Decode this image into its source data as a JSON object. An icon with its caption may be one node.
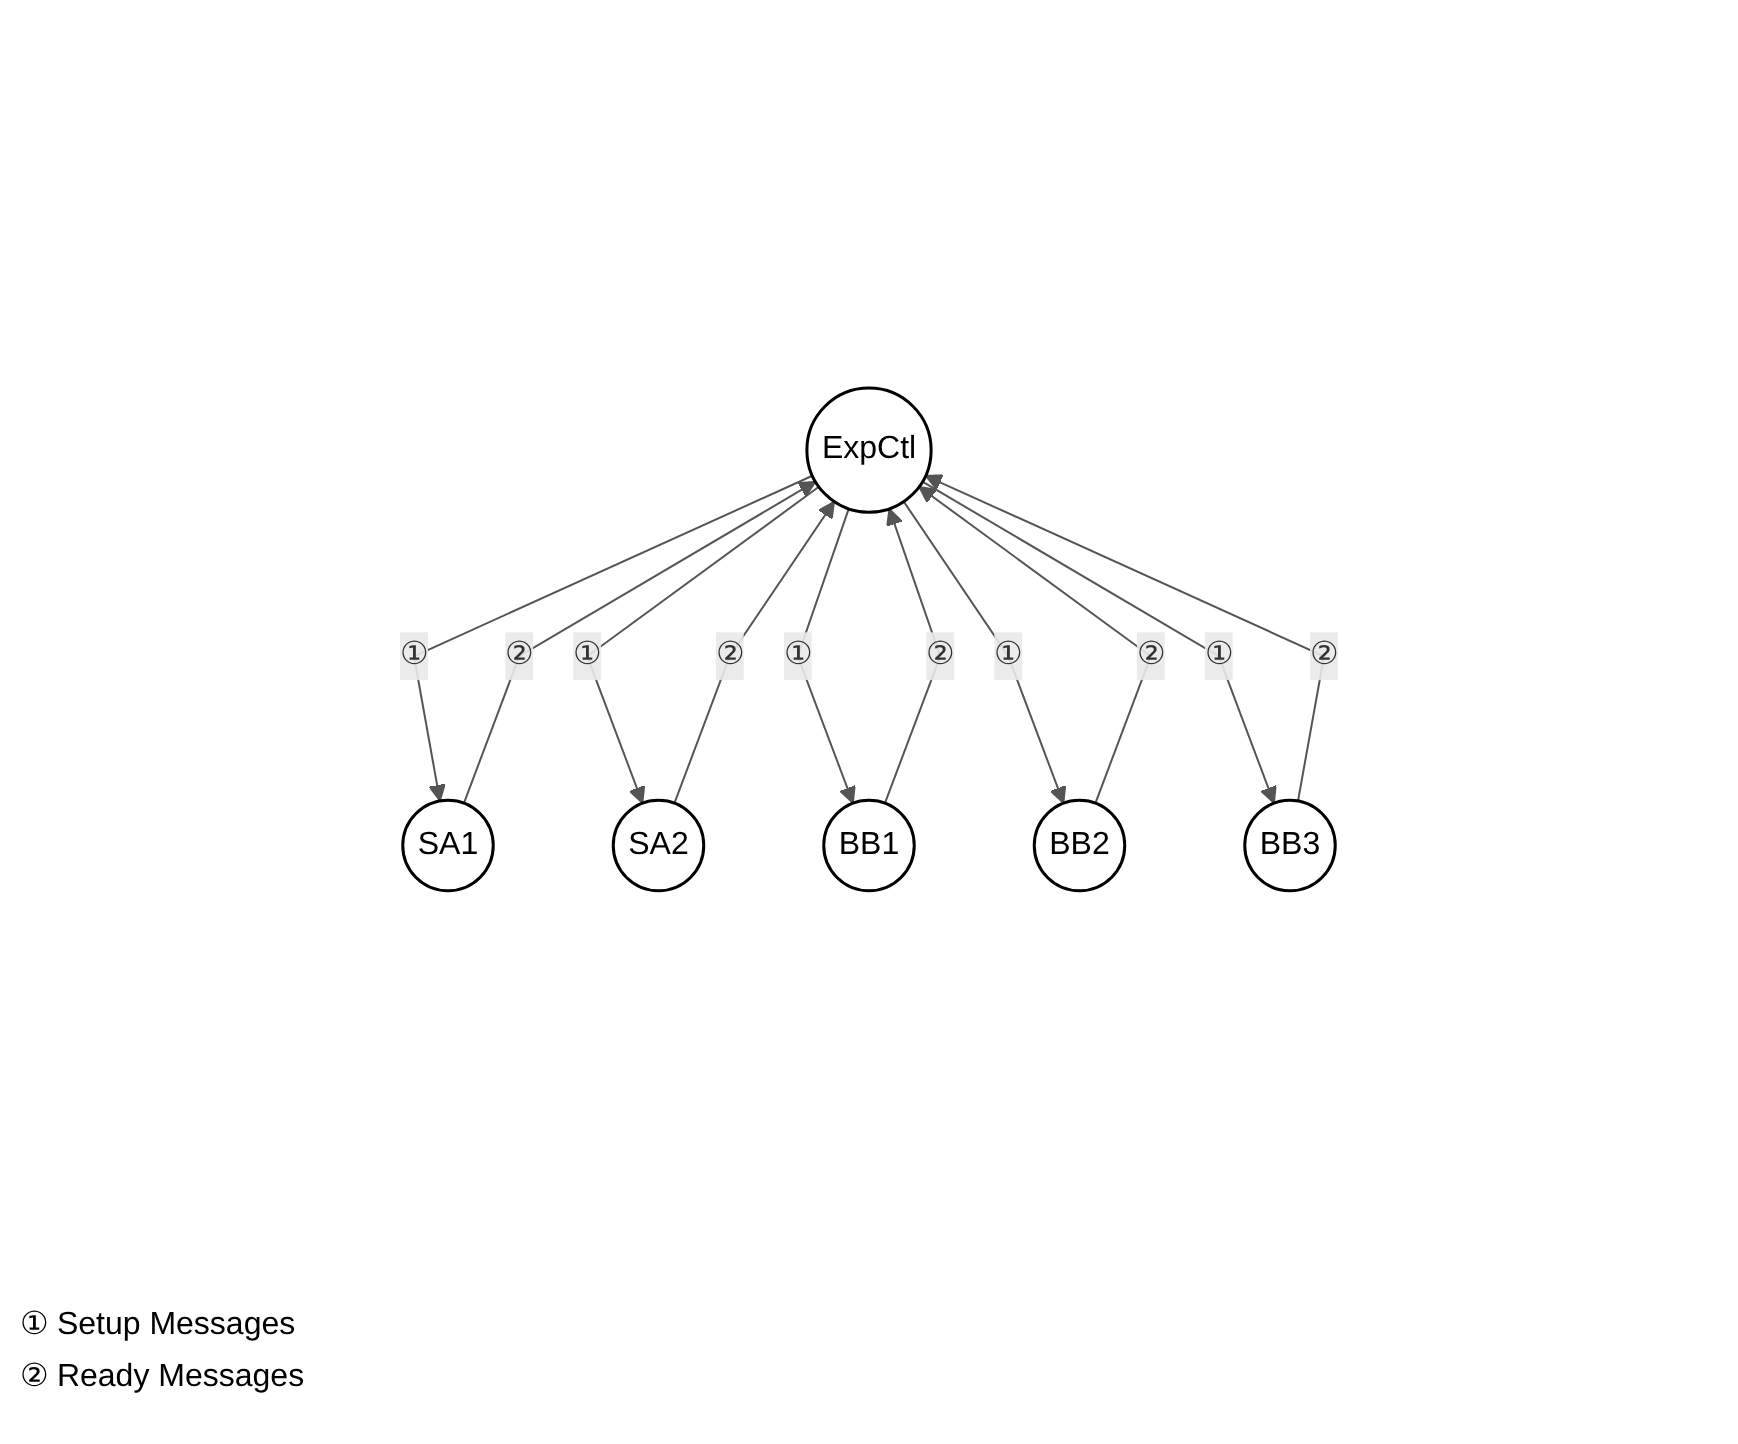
{
  "diagram": {
    "nodes": [
      {
        "text": [
          "ExpCtl"
        ]
      },
      {
        "text": [
          "SA1"
        ]
      },
      {
        "text": [
          "SA2"
        ]
      },
      {
        "text": [
          "BB1"
        ]
      },
      {
        "text": [
          "BB2"
        ]
      },
      {
        "text": [
          "BB3"
        ]
      }
    ],
    "edges": [
      {
        "from": 0,
        "to": 1,
        "arrow": "to",
        "label": "①"
      },
      {
        "from": 1,
        "to": 0,
        "arrow": "to",
        "label": "②"
      },
      {
        "from": 2,
        "to": 0,
        "arrow": "to",
        "label": "②"
      },
      {
        "from": 0,
        "to": 2,
        "arrow": "to",
        "label": "①"
      },
      {
        "from": 0,
        "to": 3,
        "arrow": "to",
        "label": "①"
      },
      {
        "from": 3,
        "to": 0,
        "arrow": "to",
        "label": "②"
      },
      {
        "from": 4,
        "to": 0,
        "arrow": "to",
        "label": "②"
      },
      {
        "from": 0,
        "to": 4,
        "arrow": "to",
        "label": "①"
      },
      {
        "from": 0,
        "to": 5,
        "arrow": "to",
        "label": "①"
      },
      {
        "from": 5,
        "to": 0,
        "arrow": "to",
        "label": "②"
      }
    ],
    "legend": [
      {
        "text": "① Setup Messages"
      },
      {
        "text": "② Ready Messages"
      }
    ]
  }
}
